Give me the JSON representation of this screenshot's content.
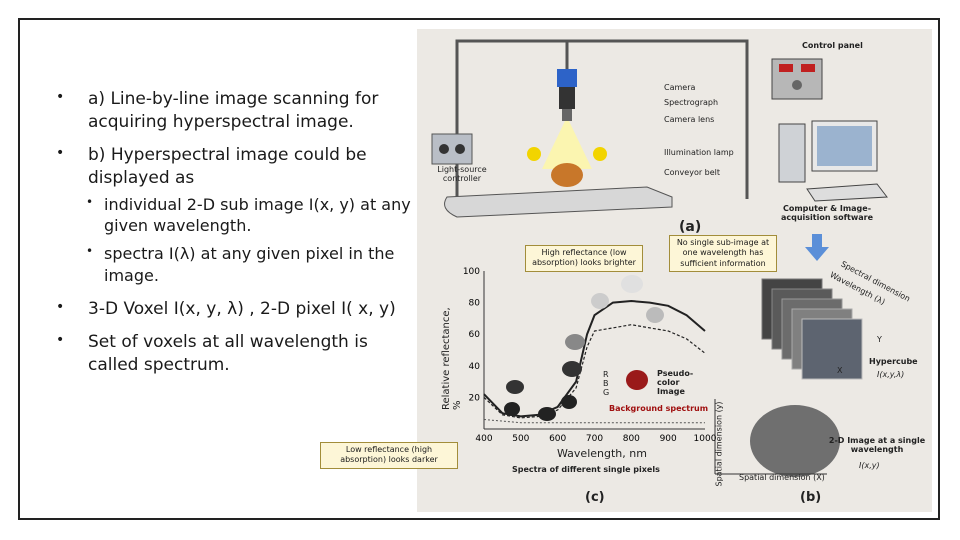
{
  "bullets": {
    "a": "a) Line-by-line image scanning for acquiring hyperspectral image.",
    "b": "b) Hyperspectral image could be displayed as",
    "b_sub1": "individual 2-D sub image I(x, y) at any given wavelength.",
    "b_sub2": "spectra I(λ) at any given pixel in the image.",
    "c": "3-D Voxel I(x, y, λ) , 2-D pixel I( x, y)",
    "d": "Set of voxels at all wavelength is called spectrum."
  },
  "figure_a": {
    "control_panel": "Control panel",
    "camera": "Camera",
    "spectrograph": "Spectrograph",
    "camera_lens": "Camera lens",
    "illumination_lamp": "Illumination lamp",
    "conveyor_belt": "Conveyor belt",
    "light_source_controller": "Light-source controller",
    "computer": "Computer & Image-acquisition software",
    "label": "(a)"
  },
  "figure_b": {
    "spectral_dimension": "Spectral dimension",
    "wavelength_axis": "Wavelength (λ)",
    "hypercube": "Hypercube",
    "hypercube_formula": "I(x,y,λ)",
    "image_2d": "2-D Image at a single wavelength",
    "image_2d_formula": "I(x,y)",
    "spatial_y": "Spatial dimension (y)",
    "spatial_x": "Spatial dimension (X)",
    "y": "Y",
    "x": "X",
    "label": "(b)"
  },
  "figure_c": {
    "ylabel": "Relative reflectance, %",
    "xlabel": "Wavelength, nm",
    "caption": "Spectra of different single pixels",
    "pseudo_color": "Pseudo-color Image",
    "background_spectrum": "Background spectrum",
    "r": "R",
    "b": "B",
    "g": "G",
    "label": "(c)",
    "x_ticks": [
      "400",
      "500",
      "600",
      "700",
      "800",
      "900",
      "1000"
    ],
    "y_ticks": [
      "20",
      "40",
      "60",
      "80",
      "100"
    ]
  },
  "callouts": {
    "high": "High reflectance (low absorption) looks brighter",
    "low": "Low reflectance (high absorption) looks darker",
    "single": "No single sub-image at one wavelength has sufficient information"
  },
  "chart_data": {
    "type": "line",
    "xlabel": "Wavelength, nm",
    "ylabel": "Relative reflectance, %",
    "xlim": [
      400,
      1000
    ],
    "ylim": [
      0,
      100
    ],
    "x": [
      400,
      450,
      500,
      550,
      600,
      650,
      680,
      700,
      750,
      800,
      850,
      900,
      950,
      1000
    ],
    "series": [
      {
        "values": [
          22,
          10,
          8,
          9,
          14,
          30,
          60,
          72,
          80,
          81,
          80,
          78,
          72,
          62
        ]
      },
      {
        "values": [
          20,
          9,
          7,
          8,
          12,
          26,
          52,
          62,
          64,
          66,
          64,
          62,
          57,
          48
        ]
      },
      {
        "values": [
          6,
          5,
          4,
          4,
          4,
          4,
          4,
          4,
          4,
          4,
          4,
          4,
          4,
          4
        ]
      }
    ]
  }
}
